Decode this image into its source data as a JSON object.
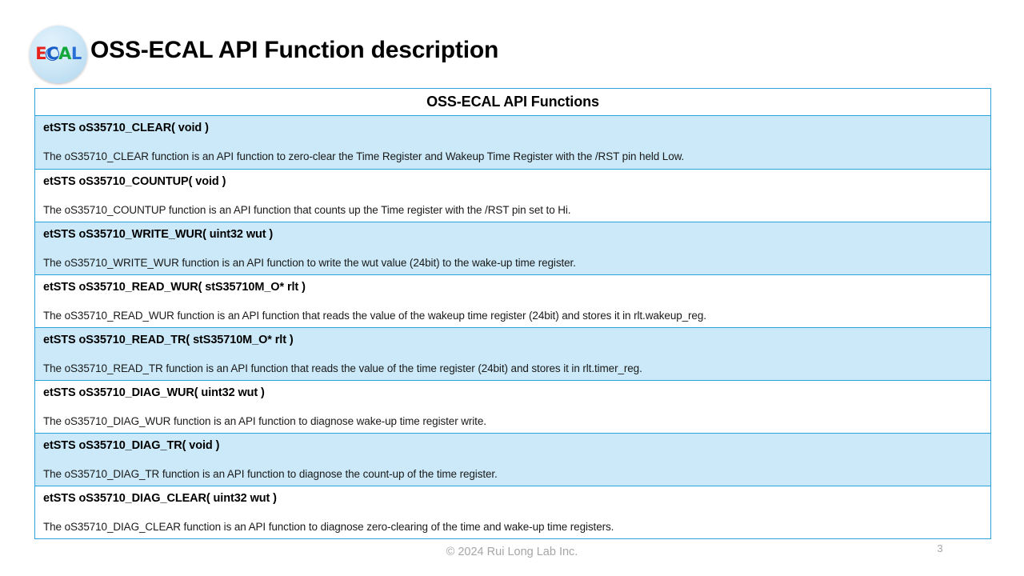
{
  "header": {
    "title": "OSS-ECAL API Function description",
    "logo": {
      "letters": [
        {
          "char": "E",
          "color": "#e8211a"
        },
        {
          "char": "C",
          "color": "#1a5fc8"
        },
        {
          "char": "A",
          "color": "#14a83c"
        },
        {
          "char": "L",
          "color": "#2a6fd6"
        }
      ],
      "alt": "ECAL"
    }
  },
  "table": {
    "header": "OSS-ECAL API Functions",
    "border_color": "#2aa3dd",
    "tint_color": "#cbe9f8",
    "rows": [
      {
        "signature": "etSTS oS35710_CLEAR( void )",
        "description": "The oS35710_CLEAR function is an API function to zero-clear the Time Register and Wakeup Time Register with the /RST pin held Low.",
        "shaded": true
      },
      {
        "signature": "etSTS oS35710_COUNTUP( void )",
        "description": "The oS35710_COUNTUP function is an API function that counts up the Time register with the /RST pin set to Hi.",
        "shaded": false
      },
      {
        "signature": "etSTS oS35710_WRITE_WUR( uint32 wut )",
        "description": "The oS35710_WRITE_WUR function is an API function to write the wut value (24bit) to the wake-up time register.",
        "shaded": true
      },
      {
        "signature": "etSTS oS35710_READ_WUR( stS35710M_O* rlt )",
        "description": "The oS35710_READ_WUR function is an API function that reads the value of the wakeup time register (24bit) and stores it in rlt.wakeup_reg.",
        "shaded": false
      },
      {
        "signature": "etSTS oS35710_READ_TR( stS35710M_O* rlt )",
        "description": "The oS35710_READ_TR function is an API function that reads the value of the time register (24bit) and stores it in rlt.timer_reg.",
        "shaded": true
      },
      {
        "signature": "etSTS oS35710_DIAG_WUR( uint32 wut )",
        "description": "The oS35710_DIAG_WUR function is an API function to diagnose wake-up time register write.",
        "shaded": false
      },
      {
        "signature": "etSTS oS35710_DIAG_TR( void )",
        "description": "The oS35710_DIAG_TR function is an API function to diagnose the count-up of the time register.",
        "shaded": true
      },
      {
        "signature": "etSTS oS35710_DIAG_CLEAR( uint32 wut )",
        "description": "The oS35710_DIAG_CLEAR function is an API function to diagnose zero-clearing of the time and wake-up time registers.",
        "shaded": false
      }
    ]
  },
  "footer": {
    "copyright": "© 2024 Rui Long Lab Inc.",
    "page_number": "3"
  }
}
